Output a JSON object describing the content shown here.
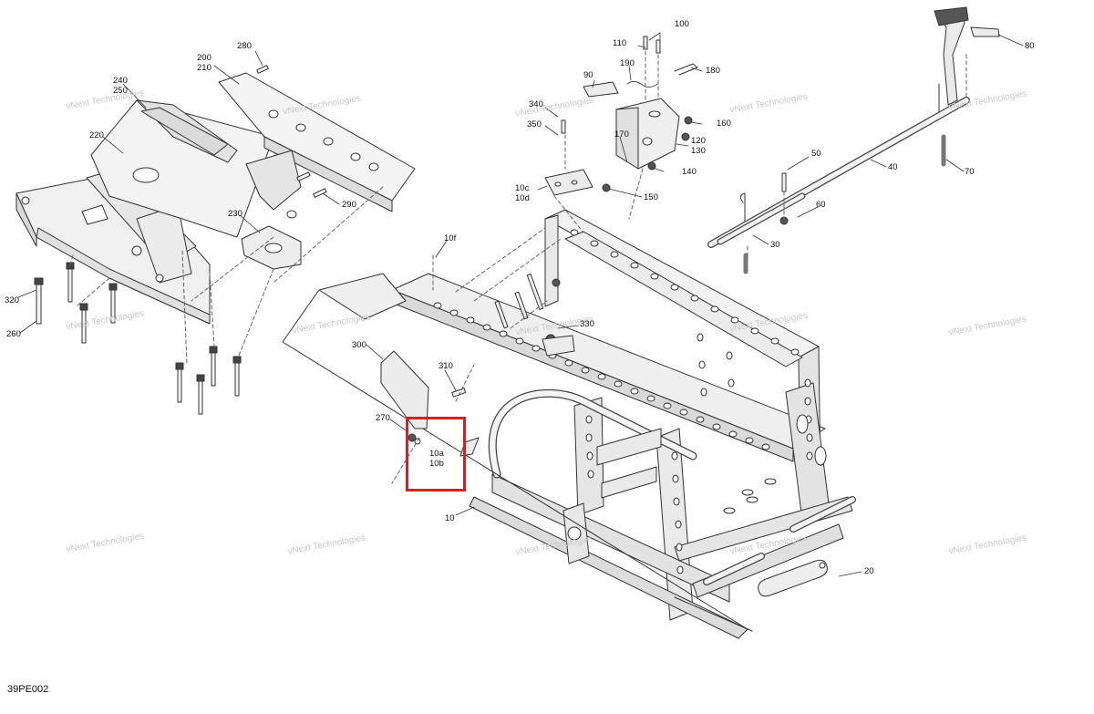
{
  "diagram": {
    "code": "39PE002",
    "watermark": "vNext Technologies",
    "highlight_color": "#d42020",
    "callouts": {
      "c100": "100",
      "c110": "110",
      "c180": "180",
      "c190": "190",
      "c90": "90",
      "c340": "340",
      "c350": "350",
      "c160": "160",
      "c170": "170",
      "c120": "120",
      "c130": "130",
      "c140": "140",
      "c150": "150",
      "c10c": "10c",
      "c10d": "10d",
      "c80": "80",
      "c50": "50",
      "c60": "60",
      "c40": "40",
      "c70": "70",
      "c30": "30",
      "c280": "280",
      "c200": "200",
      "c210": "210",
      "c240": "240",
      "c250": "250",
      "c220": "220",
      "c290": "290",
      "c230": "230",
      "c10f": "10f",
      "c320": "320",
      "c260": "260",
      "c330": "330",
      "c300": "300",
      "c310": "310",
      "c270": "270",
      "c10a": "10a",
      "c10b": "10b",
      "c10": "10",
      "c20": "20"
    }
  }
}
